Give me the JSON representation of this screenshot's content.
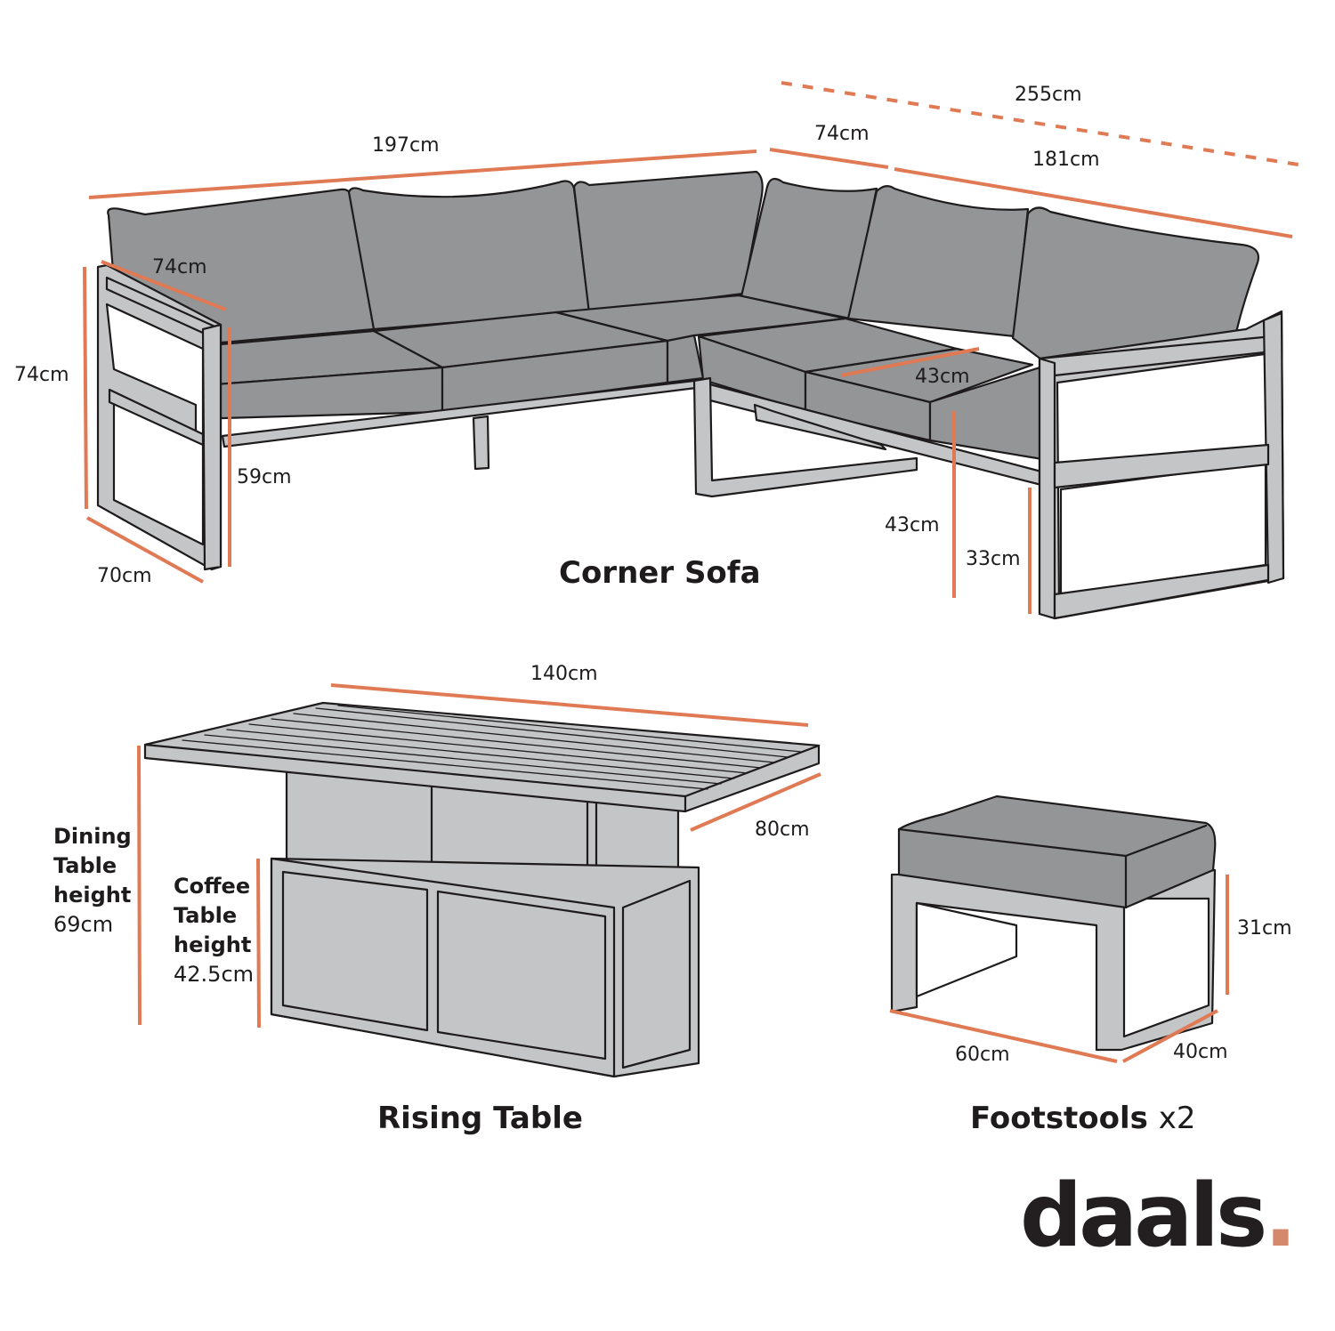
{
  "colors": {
    "dimension_line": "#e07a55",
    "cushion_fill": "#939596",
    "frame_fill": "#c4c5c6",
    "outline": "#1e1b1c",
    "logo_text": "#231f20",
    "logo_dot": "#d4896c"
  },
  "corner_sofa": {
    "title": "Corner Sofa",
    "dimensions": {
      "overall_left_length": "197cm",
      "overall_right_length": "255cm",
      "corner_depth_top": "74cm",
      "right_section_length": "181cm",
      "arm_depth": "74cm",
      "overall_height": "74cm",
      "arm_height": "59cm",
      "base_depth": "70cm",
      "seat_depth": "43cm",
      "seat_height": "43cm",
      "frame_clearance": "33cm"
    }
  },
  "rising_table": {
    "title": "Rising Table",
    "dimensions": {
      "length": "140cm",
      "width": "80cm"
    },
    "dining_height": {
      "line1": "Dining",
      "line2": "Table",
      "line3": "height",
      "value": "69cm"
    },
    "coffee_height": {
      "line1": "Coffee",
      "line2": "Table",
      "line3": "height",
      "value": "42.5cm"
    }
  },
  "footstools": {
    "title": "Footstools",
    "quantity": "x2",
    "dimensions": {
      "height": "31cm",
      "length": "60cm",
      "depth": "40cm"
    }
  },
  "brand": {
    "logo_text": "daals",
    "logo_dot": "."
  }
}
